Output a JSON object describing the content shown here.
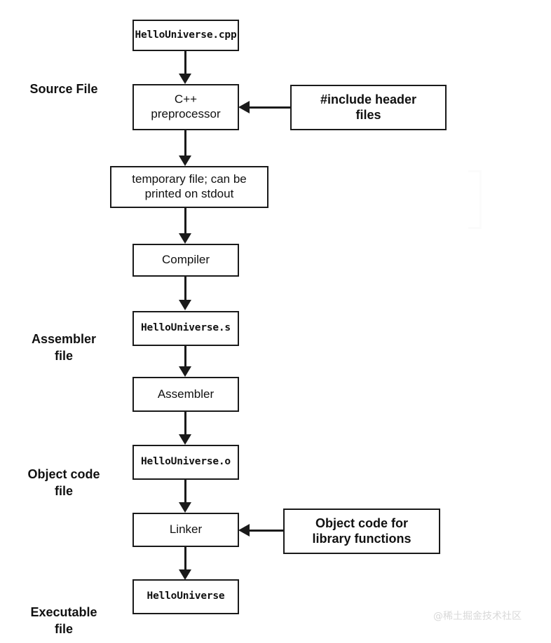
{
  "diagram": {
    "title": "C++ compilation pipeline",
    "background_color": "#ffffff",
    "stroke_color": "#1a1a1a",
    "captions": [
      {
        "id": "source-file",
        "text": "Source File"
      },
      {
        "id": "assembler-file",
        "text": "Assembler\nfile"
      },
      {
        "id": "object-code-file",
        "text": "Object code\nfile"
      },
      {
        "id": "executable-file",
        "text": "Executable\nfile"
      }
    ],
    "nodes": [
      {
        "id": "hellouniverse-cpp",
        "text": "HelloUniverse.cpp",
        "style": "mono"
      },
      {
        "id": "cpp-preprocessor",
        "text": "C++\npreprocessor",
        "style": "sans"
      },
      {
        "id": "temporary-file",
        "text": "temporary file; can be\nprinted on stdout",
        "style": "sans"
      },
      {
        "id": "compiler",
        "text": "Compiler",
        "style": "sans"
      },
      {
        "id": "hellouniverse-s",
        "text": "HelloUniverse.s",
        "style": "mono"
      },
      {
        "id": "assembler",
        "text": "Assembler",
        "style": "sans"
      },
      {
        "id": "hellouniverse-o",
        "text": "HelloUniverse.o",
        "style": "mono"
      },
      {
        "id": "linker",
        "text": "Linker",
        "style": "sans"
      },
      {
        "id": "hellouniverse",
        "text": "HelloUniverse",
        "style": "mono"
      },
      {
        "id": "include-header-files",
        "text": "#include header\nfiles",
        "style": "bold-sans"
      },
      {
        "id": "object-code-library",
        "text": "Object code for\nlibrary functions",
        "style": "bold-sans"
      }
    ],
    "watermark": {
      "text": "@稀土掘金技术社区",
      "color": "#d8d8d8"
    }
  }
}
